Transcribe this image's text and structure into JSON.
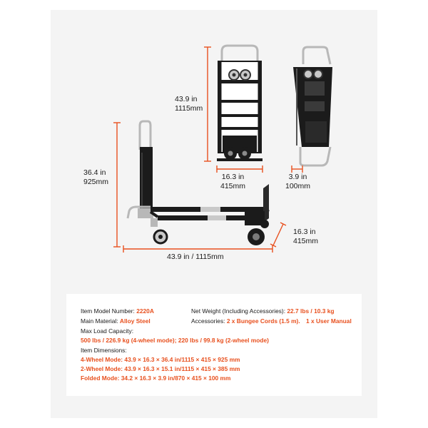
{
  "colors": {
    "accent": "#e8501e",
    "frame": "#1b1b1b",
    "chrome": "#b8b8b8",
    "panel": "#f4f4f4"
  },
  "dimensions": {
    "upright_height": {
      "in": "43.9 in",
      "mm": "1115mm"
    },
    "upright_width": {
      "in": "16.3 in",
      "mm": "415mm"
    },
    "folded_depth": {
      "in": "3.9 in",
      "mm": "100mm"
    },
    "cart_height": {
      "in": "36.4 in",
      "mm": "925mm"
    },
    "cart_length": "43.9 in / 1115mm",
    "cart_width": {
      "in": "16.3 in",
      "mm": "415mm"
    }
  },
  "specs": {
    "model_label": "Item Model Number:",
    "model_value": "2220A",
    "material_label": "Main Material:",
    "material_value": "Alloy Steel",
    "weight_label": "Net Weight (Including Accessories):",
    "weight_value": "22.7 lbs / 10.3 kg",
    "accessories_label": "Accessories:",
    "accessories_value": "2 x Bungee Cords (1.5 m).",
    "accessories_value2": "1 x User Manual",
    "capacity_label": "Max Load Capacity:",
    "capacity_value": "500 lbs / 226.9 kg (4-wheel mode); 220 lbs / 99.8 kg (2-wheel mode)",
    "dimensions_label": "Item Dimensions:",
    "four_wheel_label": "4-Wheel Mode:",
    "four_wheel_value": "43.9 × 16.3 × 36.4 in/1115 × 415 × 925 mm",
    "two_wheel_label": "2-Wheel Mode:",
    "two_wheel_value": "43.9 × 16.3 × 15.1 in/1115 × 415 × 385 mm",
    "folded_label": "Folded Mode:",
    "folded_value": "34.2 × 16.3 × 3.9 in/870 × 415 × 100 mm"
  }
}
